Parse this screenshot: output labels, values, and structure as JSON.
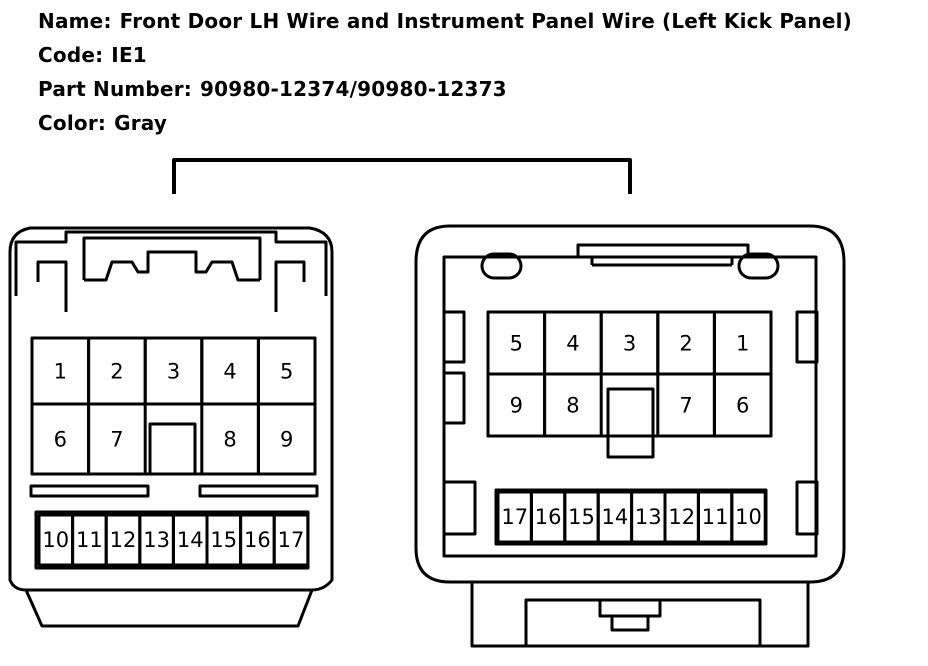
{
  "connector": {
    "name_label": "Name:",
    "name_value": "Front Door LH Wire and Instrument Panel Wire (Left Kick Panel)",
    "code_label": "Code:",
    "code_value": "IE1",
    "part_label": "Part Number:",
    "part_value": "90980-12374/90980-12373",
    "color_label": "Color:",
    "color_value": "Gray"
  },
  "left_connector": {
    "row1": [
      "1",
      "2",
      "3",
      "4",
      "5"
    ],
    "row2": [
      "6",
      "7",
      "8",
      "9"
    ],
    "row3": [
      "10",
      "11",
      "12",
      "13",
      "14",
      "15",
      "16",
      "17"
    ]
  },
  "right_connector": {
    "row1": [
      "5",
      "4",
      "3",
      "2",
      "1"
    ],
    "row2": [
      "9",
      "8",
      "7",
      "6"
    ],
    "row3": [
      "17",
      "16",
      "15",
      "14",
      "13",
      "12",
      "11",
      "10"
    ]
  }
}
